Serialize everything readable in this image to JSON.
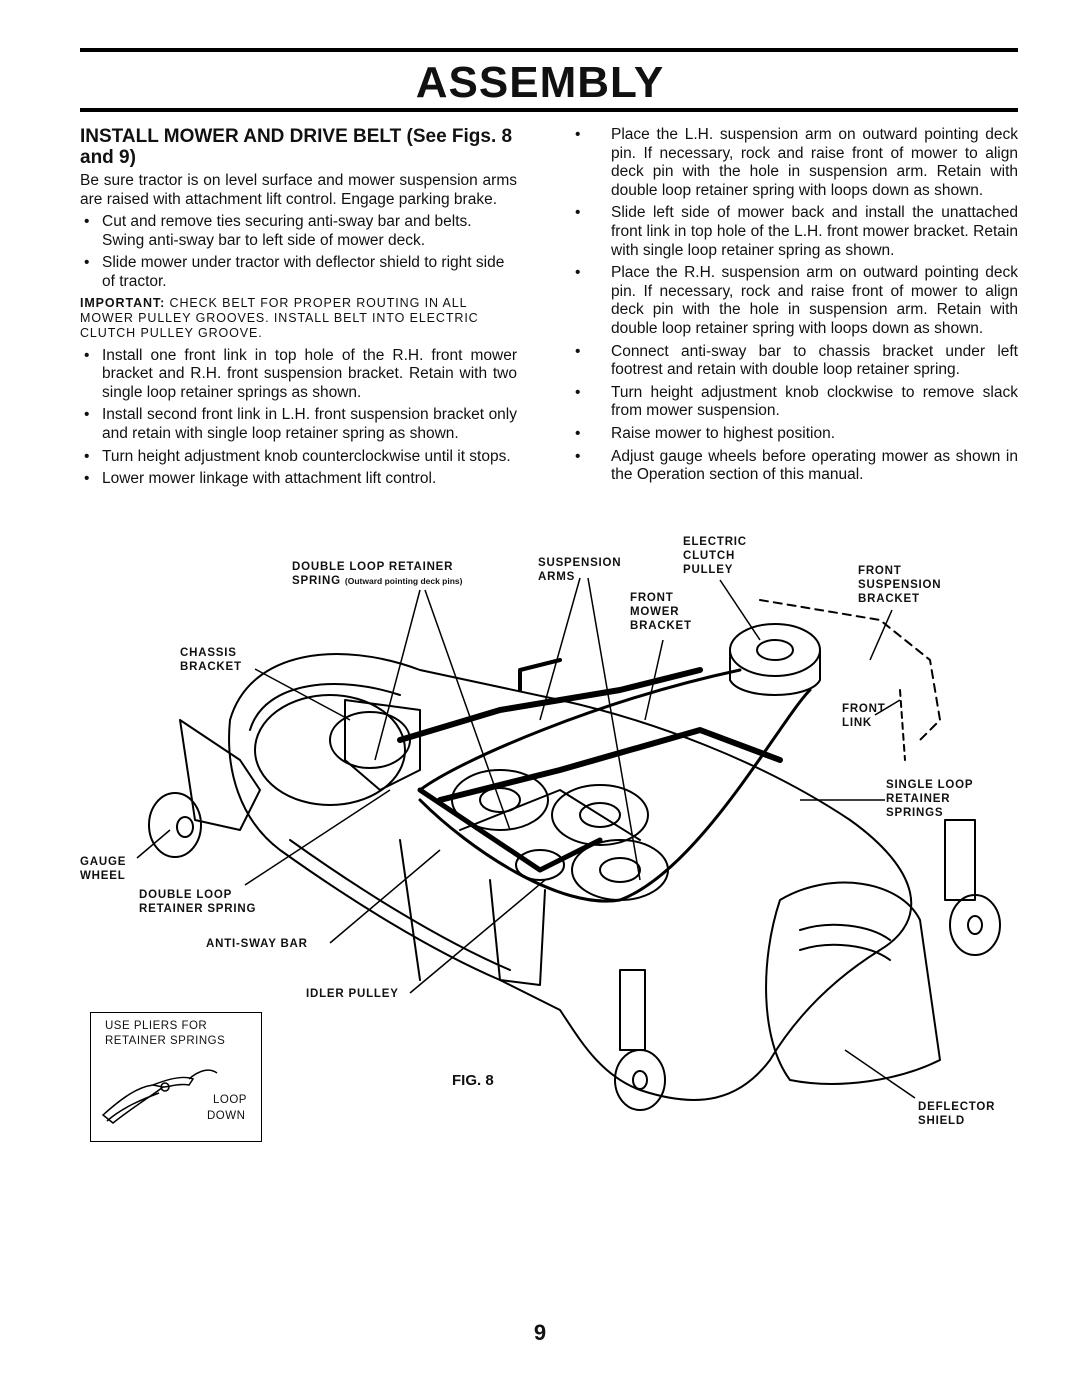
{
  "header": {
    "title": "ASSEMBLY"
  },
  "left": {
    "heading": "INSTALL MOWER  AND DRIVE BELT  (See Figs. 8 and 9)",
    "intro": "Be sure tractor is on level surface and mower suspension arms are raised with attachment lift control. Engage parking brake.",
    "bullets1": [
      "Cut and remove ties securing anti-sway bar and belts. Swing anti-sway bar to left side of mower deck.",
      "Slide mower under tractor with deflector shield to right side of tractor."
    ],
    "important_label": "IMPORTANT:",
    "important_text": " CHECK BELT FOR PROPER ROUTING IN ALL MOWER PULLEY GROOVES. INSTALL BELT INTO ELECTRIC CLUTCH PULLEY GROOVE.",
    "bullets2": [
      "Install one front link in top hole of the R.H. front mower bracket and R.H. front suspension bracket. Retain with two single loop retainer springs as shown.",
      "Install second front link in L.H. front suspension bracket only and retain with single loop retainer spring as shown.",
      "Turn height adjustment knob counterclockwise until it stops.",
      "Lower mower linkage with attachment lift control."
    ]
  },
  "right": {
    "bullets": [
      "Place the L.H. suspension arm on outward pointing deck pin. If necessary, rock and raise front of mower to align deck pin with the hole in suspension arm. Retain with double loop retainer spring with loops down as shown.",
      "Slide left side of mower back and install the unattached front link in top hole of the L.H. front mower bracket. Retain with single loop retainer spring as shown.",
      "Place the R.H. suspension arm on outward pointing deck pin. If necessary, rock and raise front of mower to align deck pin with the hole in suspension arm. Retain with double loop retainer spring with loops down as shown.",
      "Connect anti-sway bar to chassis bracket under left footrest and retain with double loop retainer spring.",
      "Turn height adjustment knob clockwise to remove slack from mower suspension.",
      "Raise mower to highest position.",
      "Adjust gauge wheels before operating mower as shown in the Operation section of this manual."
    ]
  },
  "figure": {
    "caption": "FIG. 8",
    "labels": {
      "double_loop_retainer_l1": "DOUBLE LOOP RETAINER",
      "double_loop_retainer_l2": "SPRING",
      "double_loop_retainer_note": "(Outward pointing deck pins)",
      "suspension_arms_l1": "SUSPENSION",
      "suspension_arms_l2": "ARMS",
      "electric_l1": "ELECTRIC",
      "electric_l2": "CLUTCH",
      "electric_l3": "PULLEY",
      "front_mower_l1": "FRONT",
      "front_mower_l2": "MOWER",
      "front_mower_l3": "BRACKET",
      "front_susp_l1": "FRONT",
      "front_susp_l2": "SUSPENSION",
      "front_susp_l3": "BRACKET",
      "chassis_l1": "CHASSIS",
      "chassis_l2": "BRACKET",
      "front_link_l1": "FRONT",
      "front_link_l2": "LINK",
      "single_loop_l1": "SINGLE  LOOP",
      "single_loop_l2": "RETAINER",
      "single_loop_l3": "SPRINGS",
      "gauge_l1": "GAUGE",
      "gauge_l2": "WHEEL",
      "dlrs_l1": "DOUBLE  LOOP",
      "dlrs_l2": "RETAINER  SPRING",
      "antisway": "ANTI-SWAY  BAR",
      "idler": "IDLER  PULLEY",
      "deflector_l1": "DEFLECTOR",
      "deflector_l2": "SHIELD"
    },
    "pliers_box": {
      "line1": "USE PLIERS FOR",
      "line2": "RETAINER SPRINGS",
      "loop": "LOOP",
      "down": "DOWN"
    }
  },
  "footer": {
    "page_number": "9"
  }
}
